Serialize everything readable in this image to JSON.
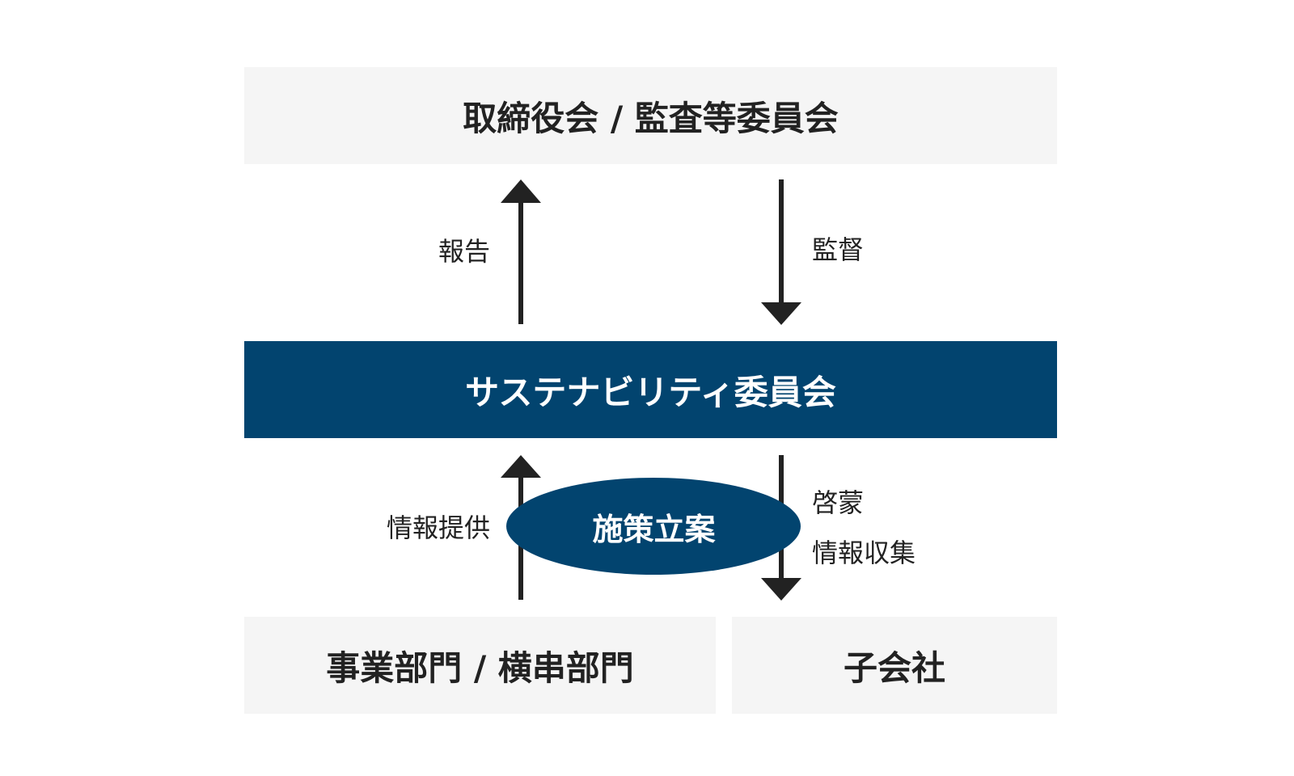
{
  "colors": {
    "navy": "#02446f",
    "light_box": "#f5f5f5",
    "text": "#222222",
    "arrow": "#222222"
  },
  "boxes": {
    "board": "取締役会 / 監査等委員会",
    "committee": "サステナビリティ委員会",
    "business": "事業部門 / 横串部門",
    "subsidiary": "子会社"
  },
  "labels": {
    "report": "報告",
    "supervise": "監督",
    "info_provide": "情報提供",
    "enlighten": "啓蒙",
    "info_collect": "情報収集"
  },
  "ellipse": {
    "label": "施策立案"
  }
}
